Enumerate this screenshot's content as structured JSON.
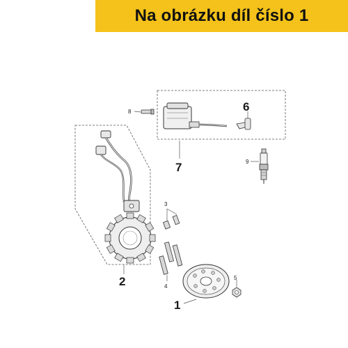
{
  "banner": {
    "text": "Na obrázku díl číslo 1",
    "background": "#f4c21a"
  },
  "callouts": {
    "c1": "1",
    "c2": "2",
    "c3": "3",
    "c4": "4",
    "c5": "5",
    "c6": "6",
    "c7": "7",
    "c8": "8",
    "c9": "9"
  },
  "parts": {
    "flywheel": "rotor-flywheel",
    "stator": "stator-coil-with-pickup-and-wiring",
    "screw_3": "short-screw",
    "bolt_4": "long-bolts",
    "nut_5": "flywheel-nut",
    "spark_cap_6": "spark-plug-cap",
    "ignition_coil_7": "ignition-coil-with-lead",
    "screw_8": "coil-mounting-screw",
    "spark_plug_9": "spark-plug"
  }
}
